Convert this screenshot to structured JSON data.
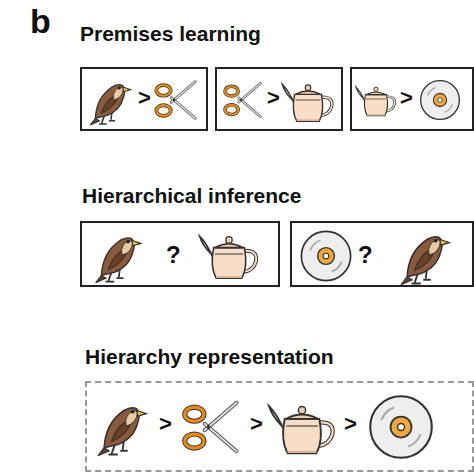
{
  "diagram": {
    "nodes": [
      {
        "text": [
          ">"
        ]
      },
      {
        "text": [
          ">"
        ]
      },
      {
        "text": [
          ">"
        ]
      },
      {
        "text": [
          "?"
        ]
      },
      {
        "text": [
          "?"
        ]
      },
      {
        "text": [
          "Hierarchy representation",
          ">",
          ">",
          ">"
        ]
      }
    ],
    "labels": [
      "b",
      "Premises learning",
      "Hierarchical inference"
    ]
  }
}
